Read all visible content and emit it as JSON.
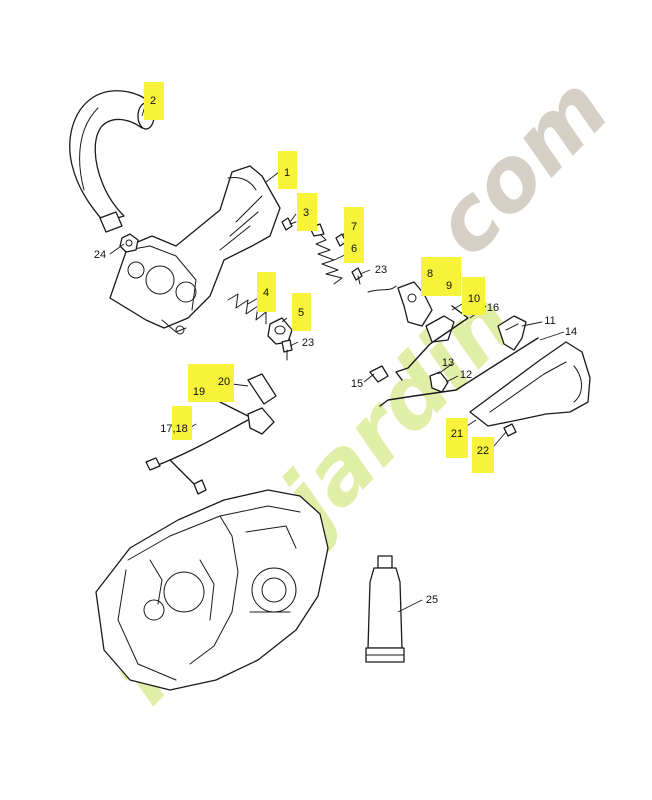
{
  "watermark": {
    "part1": "forêtjardin",
    "part2": ".com",
    "colors": {
      "main": "#d8e98a",
      "suffix": "#c8bfb2"
    }
  },
  "highlight_color": "#f7f23a",
  "callouts": {
    "c1": "1",
    "c2": "2",
    "c3": "3",
    "c4": "4",
    "c5": "5",
    "c6": "6",
    "c7": "7",
    "c8": "8",
    "c9": "9",
    "c10": "10",
    "c11": "11",
    "c12": "12",
    "c13": "13",
    "c14": "14",
    "c15": "15",
    "c16": "16",
    "c17_18": "17,18",
    "c19": "19",
    "c20": "20",
    "c21": "21",
    "c22": "22",
    "c23a": "23",
    "c23b": "23",
    "c24": "24",
    "c25": "25"
  }
}
